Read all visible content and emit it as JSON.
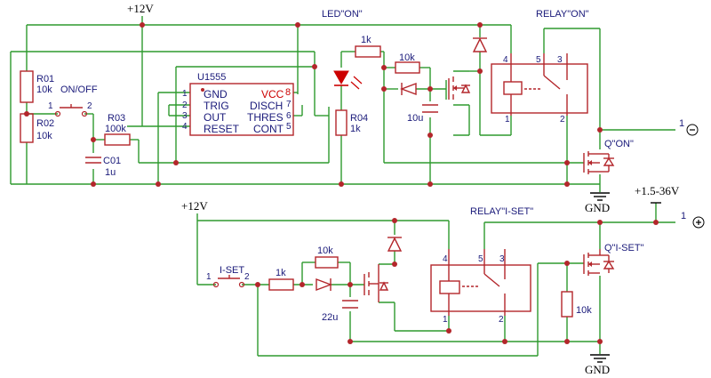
{
  "labels": {
    "vcc_top": "+12V",
    "led_on_title": "LED\"ON\"",
    "relay_on_title": "RELAY\"ON\"",
    "ic_name": "U1555",
    "ic_gnd": "GND",
    "ic_trig": "TRIG",
    "ic_out": "OUT",
    "ic_reset": "RESET",
    "ic_vcc": "VCC",
    "ic_disch": "DISCH",
    "ic_thres": "THRES",
    "ic_cont": "CONT",
    "pin1": "1",
    "pin2": "2",
    "pin3": "3",
    "pin4": "4",
    "pin5": "5",
    "pin6": "6",
    "pin7": "7",
    "pin8": "8",
    "r01_name": "R01",
    "r01_val": "10k",
    "r02_name": "R02",
    "r02_val": "10k",
    "r03_name": "R03",
    "r03_val": "100k",
    "c01_name": "C01",
    "c01_val": "1u",
    "onoff": "ON/OFF",
    "sw1_pin1": "1",
    "sw1_pin2": "2",
    "r04_name": "R04",
    "r04_val": "1k",
    "r_led": "1k",
    "r_10k_top": "10k",
    "cap_10u": "10u",
    "relay1_p4": "4",
    "relay1_p5": "5",
    "relay1_p3": "3",
    "relay1_p1": "1",
    "relay1_p2": "2",
    "q_on": "Q\"ON\"",
    "gnd1": "GND",
    "neg_terminal": "1",
    "vcc_bottom": "+12V",
    "plus_range": "+1.5-36V",
    "relay_iset_title": "RELAY\"I-SET\"",
    "pos_terminal": "1",
    "q_iset": "Q\"I-SET\"",
    "iset": "I-SET",
    "sw2_pin1": "1",
    "sw2_pin2": "2",
    "r_1k_bottom": "1k",
    "r_10k_bottom": "10k",
    "cap_22u": "22u",
    "relay2_p4": "4",
    "relay2_p5": "5",
    "relay2_p3": "3",
    "relay2_p1": "1",
    "relay2_p2": "2",
    "r_10k_right": "10k",
    "gnd2": "GND"
  },
  "colors": {
    "wire": "#2e9a2e",
    "component": "#b3262b",
    "text": "#1a1a7a",
    "pin_highlight": "#cc0000"
  }
}
